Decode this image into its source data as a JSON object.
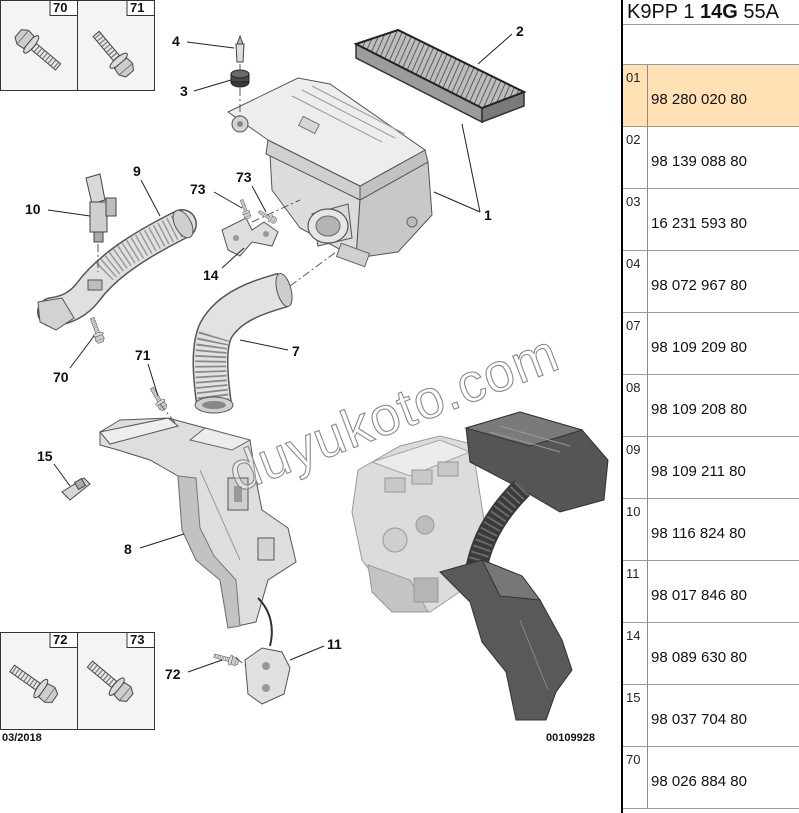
{
  "header": {
    "code_prefix": "K9PP 1",
    "code_bold": "14G",
    "code_suffix": "55A"
  },
  "selected_row_color": "#FFE1B4",
  "parts": [
    {
      "index": "01",
      "number": "98 280 020 80",
      "selected": true
    },
    {
      "index": "02",
      "number": "98 139 088 80",
      "selected": false
    },
    {
      "index": "03",
      "number": "16 231 593 80",
      "selected": false
    },
    {
      "index": "04",
      "number": "98 072 967 80",
      "selected": false
    },
    {
      "index": "07",
      "number": "98 109 209 80",
      "selected": false
    },
    {
      "index": "08",
      "number": "98 109 208 80",
      "selected": false
    },
    {
      "index": "09",
      "number": "98 109 211 80",
      "selected": false
    },
    {
      "index": "10",
      "number": "98 116 824 80",
      "selected": false
    },
    {
      "index": "11",
      "number": "98 017 846 80",
      "selected": false
    },
    {
      "index": "14",
      "number": "98 089 630 80",
      "selected": false
    },
    {
      "index": "15",
      "number": "98 037 704 80",
      "selected": false
    },
    {
      "index": "70",
      "number": "98 026 884 80",
      "selected": false
    }
  ],
  "diagram": {
    "callouts": [
      "1",
      "2",
      "3",
      "4",
      "7",
      "8",
      "9",
      "10",
      "11",
      "14",
      "15",
      "70",
      "71",
      "72",
      "73",
      "73"
    ],
    "thumbnails": [
      "70",
      "71",
      "72",
      "73"
    ],
    "date": "03/2018",
    "drawing_number": "00109928",
    "watermark": "duyukoto.com"
  }
}
